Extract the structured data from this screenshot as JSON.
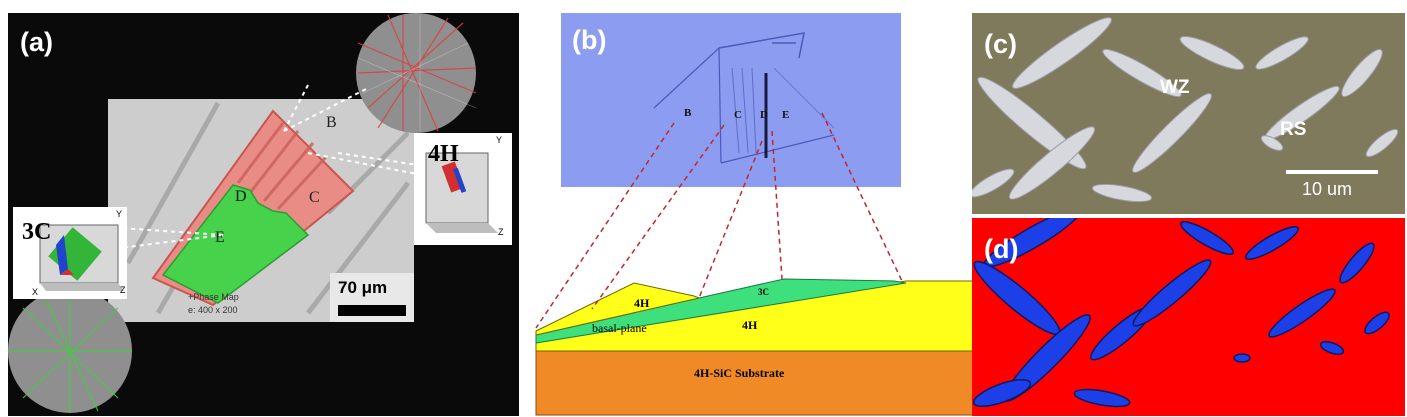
{
  "panel_a": {
    "label": "(a)",
    "letters": {
      "b": "B",
      "c": "C",
      "d": "D",
      "e": "E"
    },
    "inset_4h": "4H",
    "inset_3c": "3C",
    "axis_y": "Y",
    "axis_z": "Z",
    "axis_x": "X",
    "map_caption_1": "+Phase Map",
    "map_caption_2": "e: 400 x 200",
    "scalebar": "70 μm"
  },
  "panel_b": {
    "label": "(b)",
    "letters": {
      "b": "B",
      "c": "C",
      "d": "D",
      "e": "E"
    },
    "layer_4h_top": "4H",
    "layer_3c": "3C",
    "basal": "basal-plane",
    "layer_4h_main": "4H",
    "substrate": "4H-SiC Substrate"
  },
  "panel_c": {
    "label": "(c)",
    "wz": "WZ",
    "rs": "RS",
    "scalebar": "10 um"
  },
  "panel_d": {
    "label": "(d)"
  },
  "colors": {
    "sem_bg": "#0a0a0a",
    "sem_gray": "#cfcfcf",
    "red_overlay": "#e98c86",
    "green_overlay": "#46d24a",
    "optical_blue": "#8c9cf0",
    "layer_yellow": "#ffff1a",
    "layer_green": "#3ee07d",
    "substrate_orange": "#ef8a27",
    "olive": "#7f7a5c",
    "map_red": "#ff0000",
    "map_blue": "#1d3fe8"
  }
}
